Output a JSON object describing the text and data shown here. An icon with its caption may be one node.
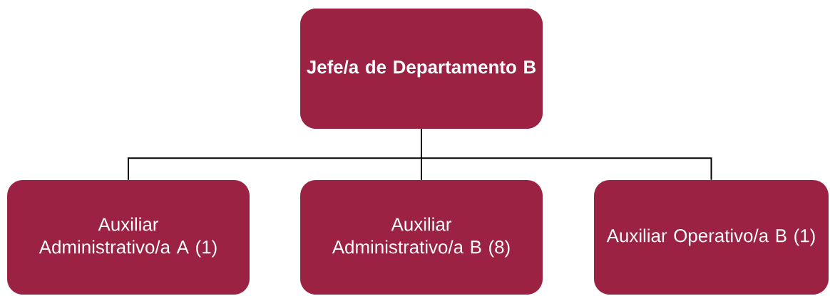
{
  "diagram": {
    "nodes": [
      {
        "text": [
          "Jefe/a de Departamento B"
        ]
      },
      {
        "text": [
          "Auxiliar Administrativo/a A (1)"
        ]
      },
      {
        "text": [
          "Auxiliar Administrativo/a B (8)"
        ]
      },
      {
        "text": [
          "Auxiliar Operativo/a B (1)"
        ]
      }
    ],
    "edges": [
      {
        "from": 0,
        "to": 1,
        "arrow": "none"
      },
      {
        "from": 0,
        "to": 2,
        "arrow": "none"
      },
      {
        "from": 0,
        "to": 3,
        "arrow": "none"
      }
    ]
  }
}
